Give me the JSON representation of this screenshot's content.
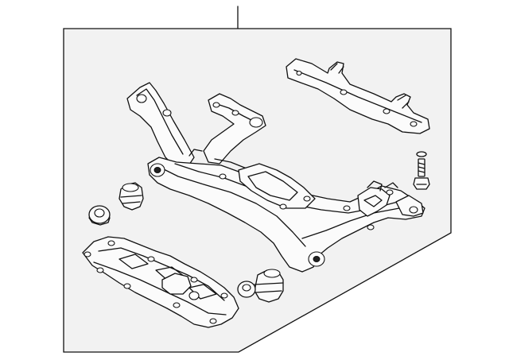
{
  "diagram": {
    "background_color": "#f2f2f2",
    "line_color": "#111111",
    "parts": [
      "engine-cradle",
      "front-crossmember",
      "crossmember-bolt",
      "cradle-cushion-upper",
      "cradle-cushion-ring",
      "underbody-shield-plate",
      "rear-cushion-boot",
      "rear-cushion-ring"
    ]
  }
}
